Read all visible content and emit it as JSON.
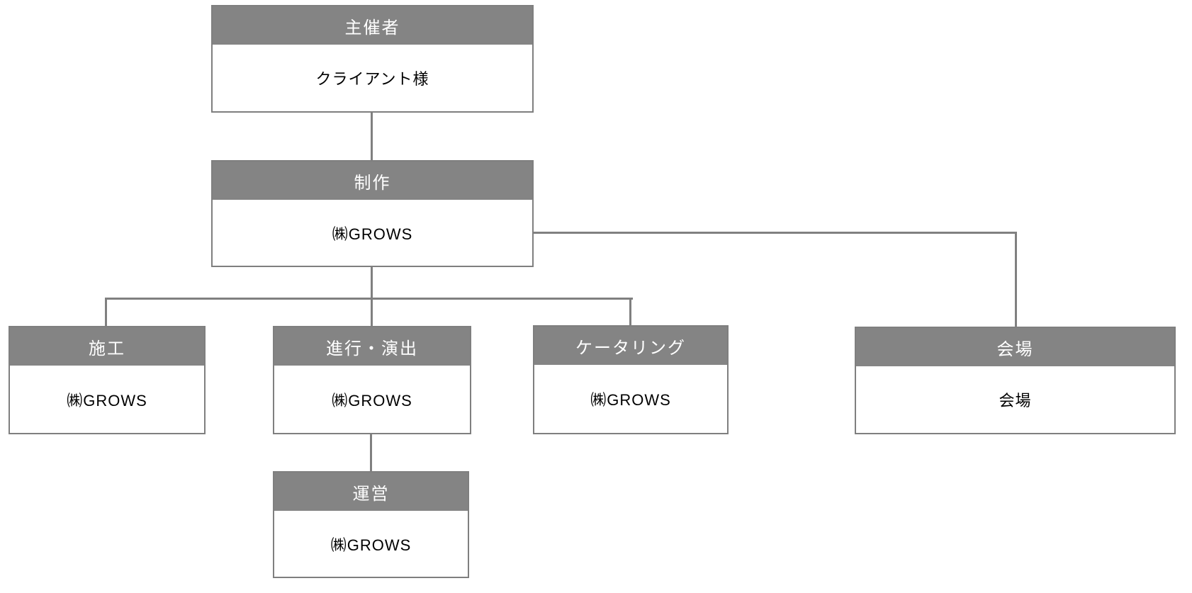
{
  "diagram": {
    "type": "org-chart",
    "colors": {
      "header_bg": "#848484",
      "header_text": "#ffffff",
      "body_text": "#000000",
      "border": "#7f7f7f",
      "connector": "#808080",
      "background": "#ffffff"
    },
    "nodes": [
      {
        "id": "organizer",
        "title": "主催者",
        "value": "クライアント様"
      },
      {
        "id": "production",
        "title": "制作",
        "value": "㈱GROWS"
      },
      {
        "id": "construction",
        "title": "施工",
        "value": "㈱GROWS"
      },
      {
        "id": "direction",
        "title": "進行・演出",
        "value": "㈱GROWS"
      },
      {
        "id": "catering",
        "title": "ケータリング",
        "value": "㈱GROWS"
      },
      {
        "id": "venue",
        "title": "会場",
        "value": "会場"
      },
      {
        "id": "operation",
        "title": "運営",
        "value": "㈱GROWS"
      }
    ],
    "edges": [
      {
        "from": "organizer",
        "to": "production"
      },
      {
        "from": "production",
        "to": "construction"
      },
      {
        "from": "production",
        "to": "direction"
      },
      {
        "from": "production",
        "to": "catering"
      },
      {
        "from": "production",
        "to": "venue"
      },
      {
        "from": "direction",
        "to": "operation"
      }
    ]
  }
}
